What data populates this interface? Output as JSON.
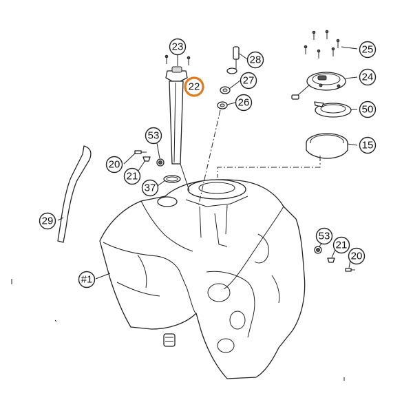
{
  "diagram": {
    "highlight_color": "#e07a1f",
    "callouts": [
      {
        "id": "c23",
        "label": "23"
      },
      {
        "id": "c22",
        "label": "22",
        "highlight": true
      },
      {
        "id": "c28",
        "label": "28"
      },
      {
        "id": "c27",
        "label": "27"
      },
      {
        "id": "c26",
        "label": "26"
      },
      {
        "id": "c25",
        "label": "25"
      },
      {
        "id": "c24",
        "label": "24"
      },
      {
        "id": "c50",
        "label": "50"
      },
      {
        "id": "c15",
        "label": "15"
      },
      {
        "id": "c53a",
        "label": "53"
      },
      {
        "id": "c20a",
        "label": "20"
      },
      {
        "id": "c21a",
        "label": "21"
      },
      {
        "id": "c37",
        "label": "37"
      },
      {
        "id": "c29",
        "label": "29"
      },
      {
        "id": "c1",
        "label": "#1"
      },
      {
        "id": "c53b",
        "label": "53"
      },
      {
        "id": "c21b",
        "label": "21"
      },
      {
        "id": "c20b",
        "label": "20"
      }
    ]
  }
}
